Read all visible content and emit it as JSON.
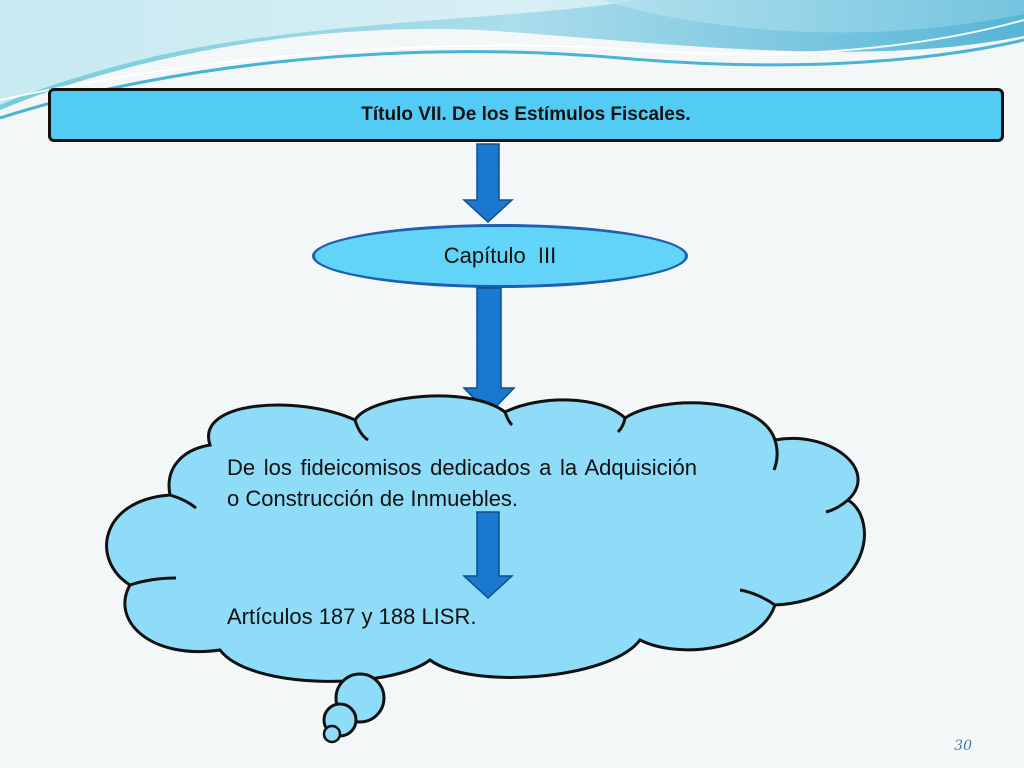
{
  "slide": {
    "title": "Título VII. De los Estímulos Fiscales.",
    "chapter": "Capítulo  III",
    "cloud_text": "De los fideicomisos dedicados a la Adquisición o Construcción de Inmuebles.",
    "articles": "Artículos 187 y 188 LISR.",
    "page_number": "30"
  },
  "colors": {
    "title_fill": "#52ccf5",
    "chapter_fill": "#62d4f7",
    "cloud_fill": "#8fdcf8",
    "arrow_fill": "#1b78cf",
    "arrow_stroke": "#0d4f8f"
  }
}
